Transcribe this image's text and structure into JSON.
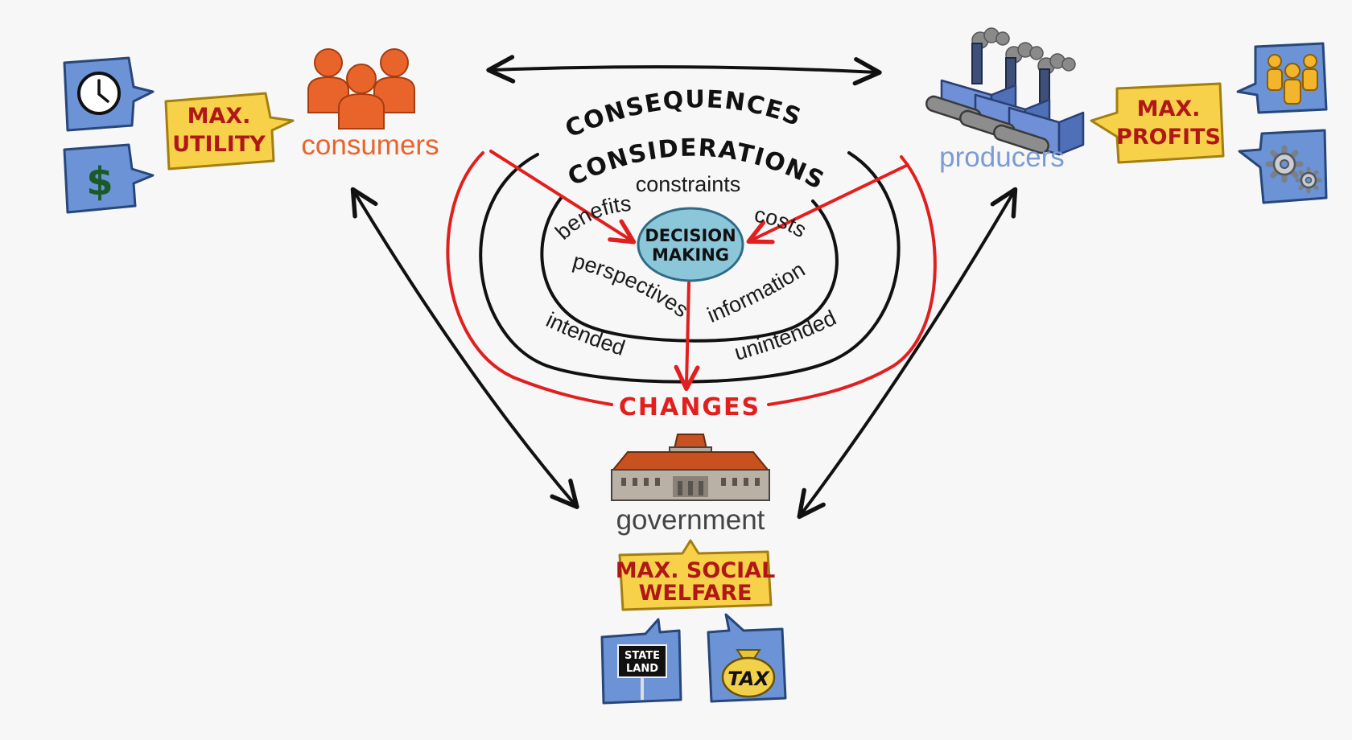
{
  "diagram": {
    "consequences": "CONSEQUENCES",
    "considerations": "CONSIDERATIONS",
    "decision_making": [
      "DECISION",
      "MAKING"
    ],
    "changes": "CHANGES",
    "ring_labels": {
      "constraints": "constraints",
      "benefits": "benefits",
      "costs": "costs",
      "perspectives": "perspectives",
      "information": "information",
      "intended": "intended",
      "unintended": "unintended"
    }
  },
  "actors": {
    "consumers": {
      "label": "consumers",
      "goal": [
        "MAX.",
        "UTILITY"
      ],
      "icons": [
        "clock-icon",
        "dollar-icon"
      ]
    },
    "producers": {
      "label": "producers",
      "goal": [
        "MAX.",
        "PROFITS"
      ],
      "icons": [
        "workers-icon",
        "gears-icon"
      ]
    },
    "government": {
      "label": "government",
      "goal": [
        "MAX. SOCIAL",
        "WELFARE"
      ],
      "icons": [
        "state-land-sign-icon",
        "tax-bag-icon"
      ],
      "sign_text": [
        "STATE",
        "LAND"
      ],
      "bag_text": "TAX"
    }
  },
  "colors": {
    "consumers": "#e8642a",
    "producers": "#7c9bd6",
    "government": "#444444",
    "bubble_blue": "#6b93d6",
    "bubble_yellow": "#f7d14a",
    "goal_text": "#b01818",
    "red_arrows": "#e11f1f",
    "decision_circle": "#8cc7d9"
  }
}
